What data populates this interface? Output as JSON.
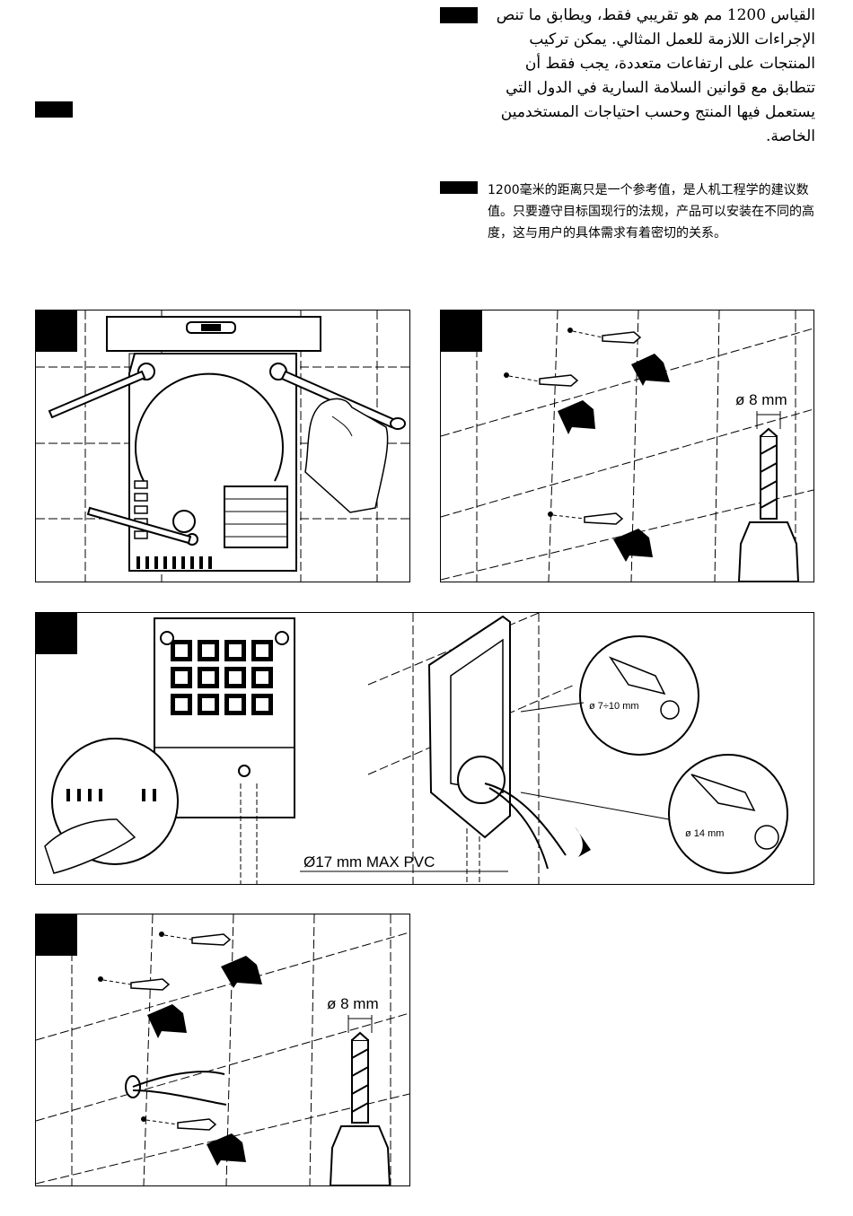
{
  "text_blocks": {
    "arabic": "القياس 1200 مم هو تقريبي فقط، ويطابق ما تنص الإجراءات اللازمة للعمل المثالي. يمكن تركيب المنتجات على ارتفاعات متعددة، يجب فقط أن تتطابق مع قوانين السلامة السارية في الدول التي يستعمل فيها المنتج وحسب احتياجات المستخدمين الخاصة.",
    "chinese": "1200毫米的距离只是一个参考值，是人机工程学的建议数值。只要遵守目标国现行的法规，产品可以安装在不同的高度，这与用户的具体需求有着密切的关系。"
  },
  "labels": {
    "drill_diameter": "ø 8 mm",
    "cable_max": "Ø17 mm MAX PVC",
    "hole_small": "ø 7÷10 mm",
    "hole_large": "ø 14 mm"
  },
  "colors": {
    "ink": "#000000",
    "paper": "#ffffff",
    "hatch": "#e6e6e6"
  }
}
